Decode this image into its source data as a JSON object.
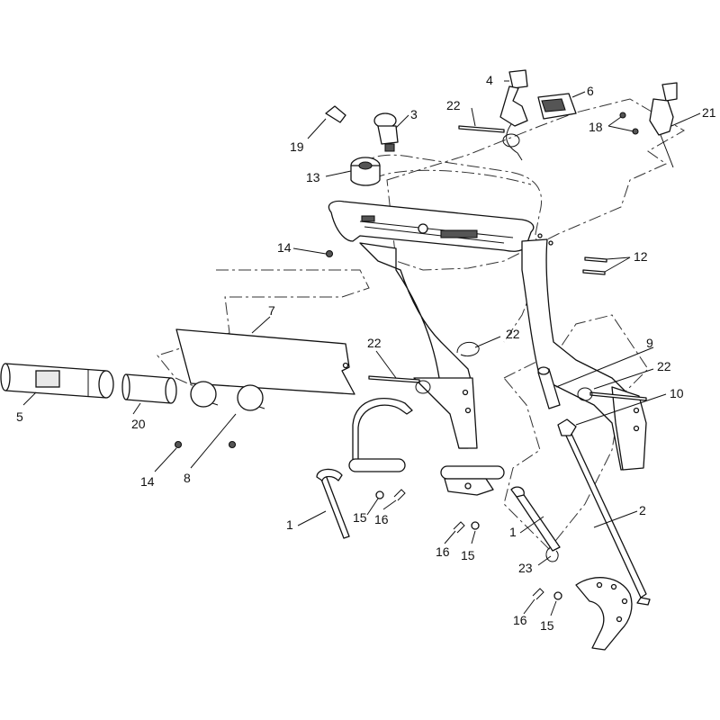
{
  "diagram": {
    "callouts": [
      {
        "id": "c1a",
        "text": "1"
      },
      {
        "id": "c1b",
        "text": "1"
      },
      {
        "id": "c2",
        "text": "2"
      },
      {
        "id": "c3",
        "text": "3"
      },
      {
        "id": "c4",
        "text": "4"
      },
      {
        "id": "c5",
        "text": "5"
      },
      {
        "id": "c6",
        "text": "6"
      },
      {
        "id": "c7",
        "text": "7"
      },
      {
        "id": "c8",
        "text": "8"
      },
      {
        "id": "c9",
        "text": "9"
      },
      {
        "id": "c10",
        "text": "10"
      },
      {
        "id": "c12",
        "text": "12"
      },
      {
        "id": "c13",
        "text": "13"
      },
      {
        "id": "c14a",
        "text": "14"
      },
      {
        "id": "c14b",
        "text": "14"
      },
      {
        "id": "c15a",
        "text": "15"
      },
      {
        "id": "c15b",
        "text": "15"
      },
      {
        "id": "c15c",
        "text": "15"
      },
      {
        "id": "c16a",
        "text": "16"
      },
      {
        "id": "c16b",
        "text": "16"
      },
      {
        "id": "c16c",
        "text": "16"
      },
      {
        "id": "c18",
        "text": "18"
      },
      {
        "id": "c19",
        "text": "19"
      },
      {
        "id": "c20",
        "text": "20"
      },
      {
        "id": "c21",
        "text": "21"
      },
      {
        "id": "c22a",
        "text": "22"
      },
      {
        "id": "c22b",
        "text": "22"
      },
      {
        "id": "c22c",
        "text": "22"
      },
      {
        "id": "c22d",
        "text": "22"
      },
      {
        "id": "c23",
        "text": "23"
      }
    ]
  }
}
